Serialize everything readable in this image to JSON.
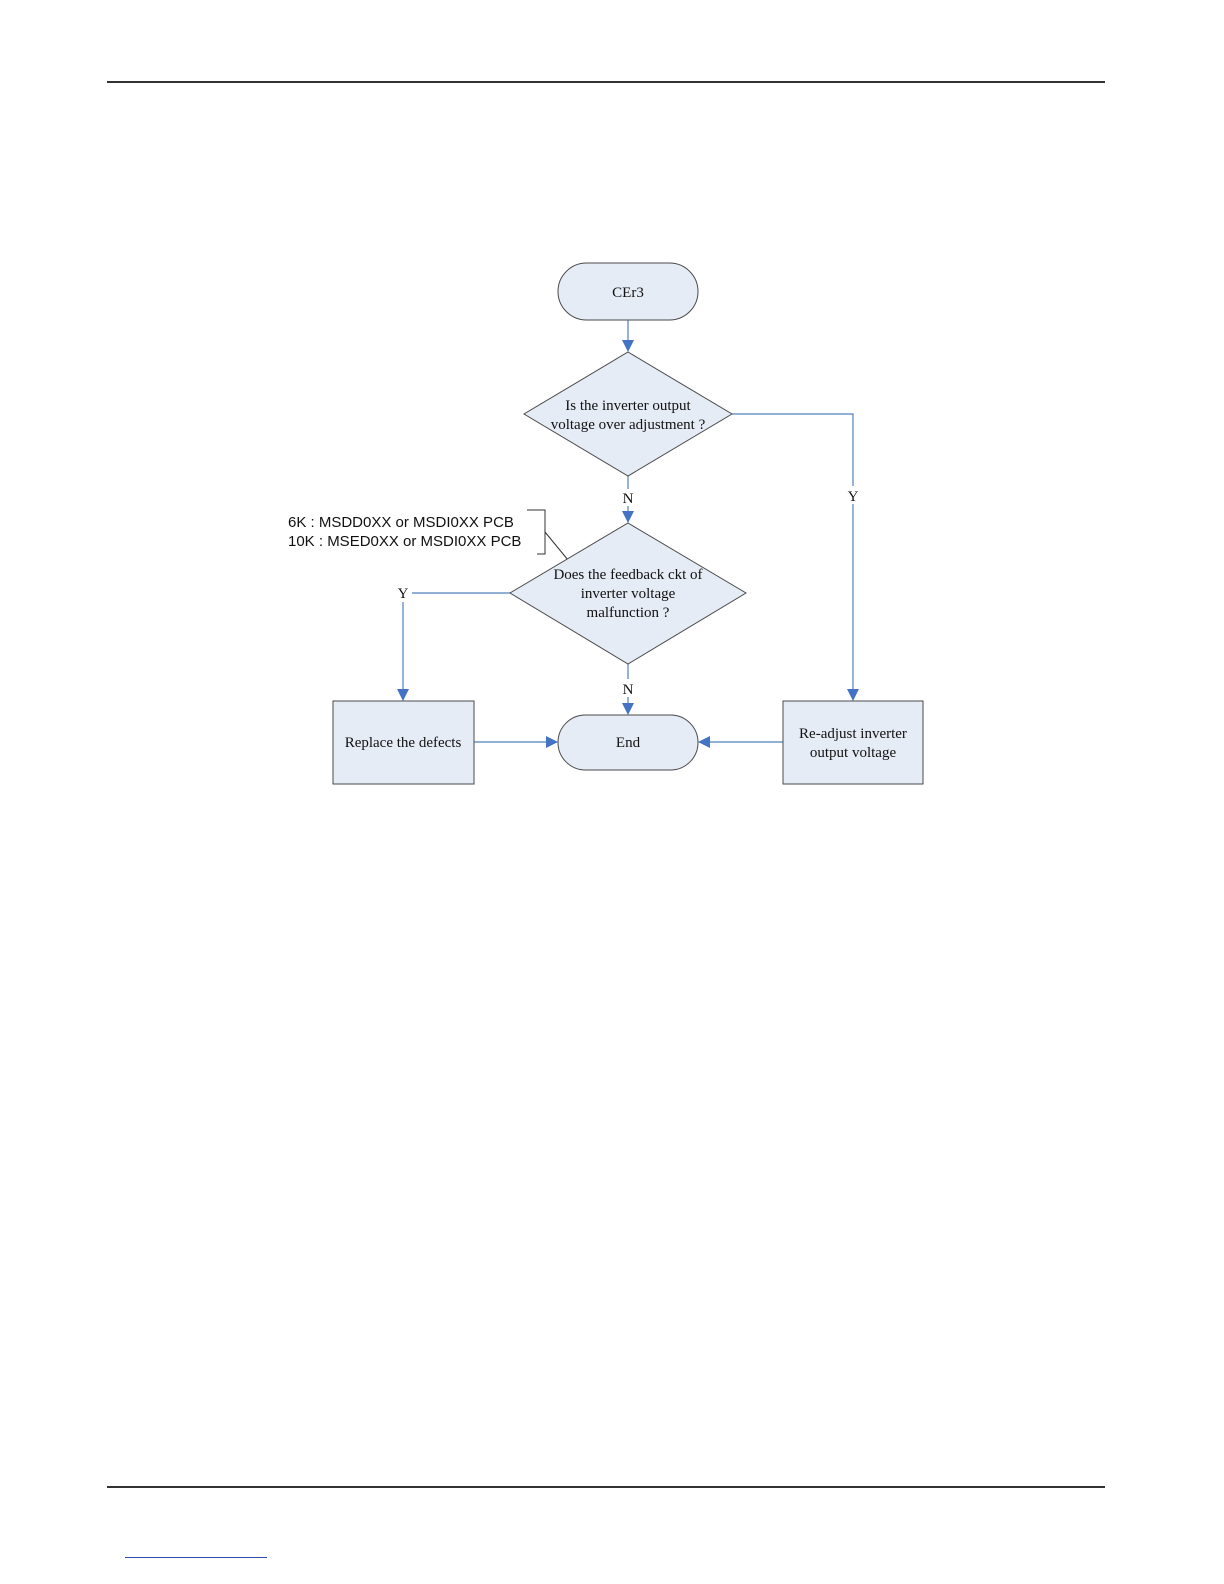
{
  "flowchart": {
    "start": "CEr3",
    "decision1": [
      "Is the inverter output",
      "voltage over adjustment ?"
    ],
    "decision2": [
      "Does the feedback ckt of",
      "inverter voltage",
      "malfunction ?"
    ],
    "process_replace": "Replace the defects",
    "process_readjust": [
      "Re-adjust inverter",
      "output voltage"
    ],
    "end": "End",
    "labels": {
      "d1_no": "N",
      "d1_yes": "Y",
      "d2_yes": "Y",
      "d2_no": "N"
    }
  },
  "note": {
    "line1": "6K : MSDD0XX or MSDI0XX PCB",
    "line2": "10K : MSED0XX or MSDI0XX PCB"
  },
  "colors": {
    "node_fill": "#e6ecf6",
    "edge": "#4f81bd",
    "arrow": "#4472c4"
  }
}
